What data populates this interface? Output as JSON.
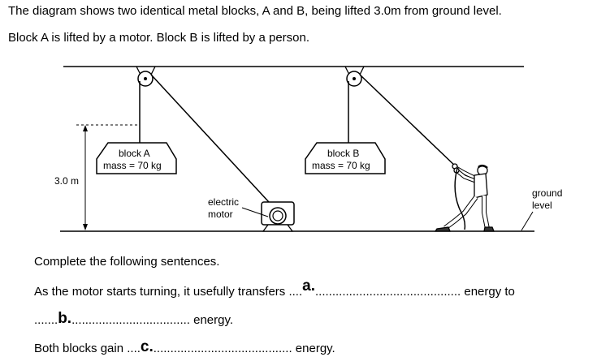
{
  "question": {
    "intro_line1": "The diagram shows two identical metal blocks, A and B, being lifted 3.0m from ground level.",
    "intro_line2": "Block A is lifted by a motor. Block B is lifted by a person."
  },
  "diagram": {
    "block_a": {
      "name": "block A",
      "mass": "mass = 70 kg"
    },
    "block_b": {
      "name": "block B",
      "mass": "mass = 70 kg"
    },
    "height_label": "3.0 m",
    "motor_label_line1": "electric",
    "motor_label_line2": "motor",
    "ground_label_line1": "ground",
    "ground_label_line2": "level"
  },
  "task": {
    "instruction": "Complete the following sentences.",
    "s1_start": "As the motor starts turning, it usefully transfers ....",
    "blank_a_letter": "a.",
    "s1_dots": "...........................................",
    "s1_end": " energy to",
    "s2_start": ".......",
    "blank_b_letter": "b.",
    "s2_dots": "................................... energy.",
    "s3_start": "Both blocks gain ....",
    "blank_c_letter": "c.",
    "s3_dots": ".........................................",
    "s3_end": " energy."
  }
}
